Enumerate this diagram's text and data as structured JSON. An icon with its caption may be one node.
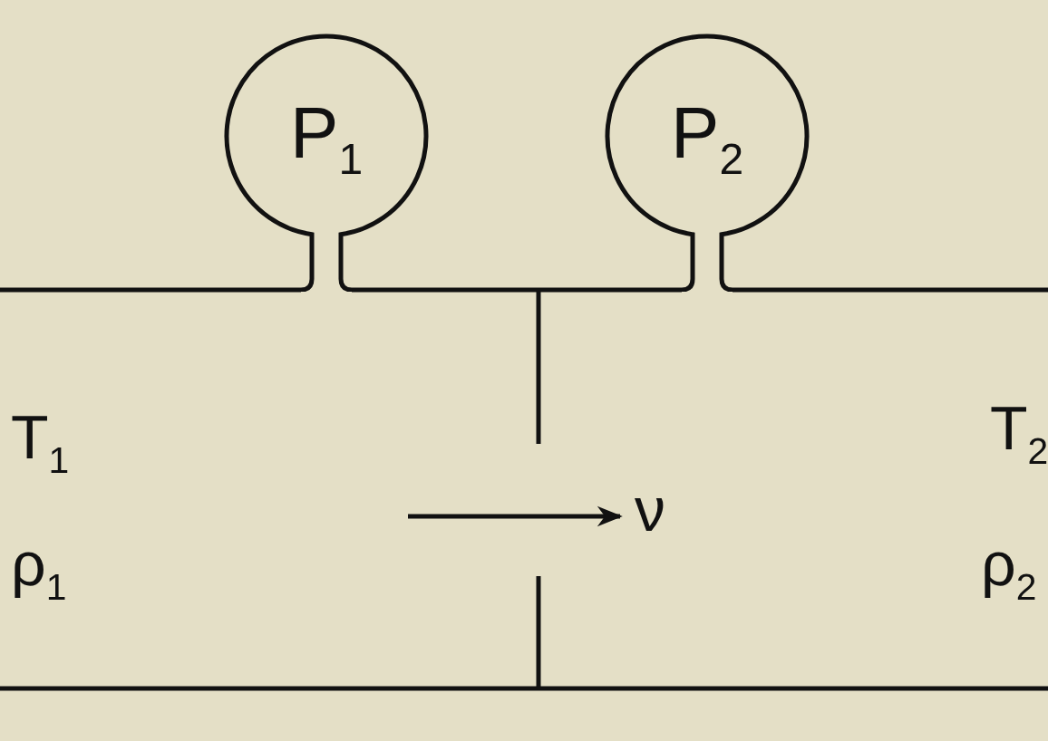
{
  "diagram": {
    "nodes": [
      {
        "text": [
          "P$_{1}$"
        ]
      },
      {
        "text": [
          "P$_{2}$"
        ]
      }
    ],
    "labels": [
      "T$_{1}$",
      "ρ$_{1}$",
      "T$_{2}$",
      "ρ$_{2}$",
      "ν"
    ]
  }
}
